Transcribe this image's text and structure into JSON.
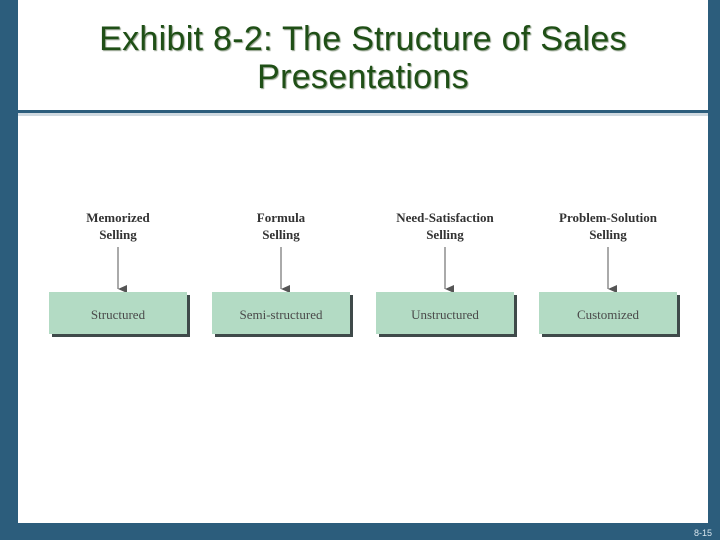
{
  "slide": {
    "title": "Exhibit 8-2: The Structure of Sales Presentations",
    "page_number": "8-15"
  },
  "diagram": {
    "columns": [
      {
        "heading_line1": "Memorized",
        "heading_line2": "Selling",
        "box_label": "Structured"
      },
      {
        "heading_line1": "Formula",
        "heading_line2": "Selling",
        "box_label": "Semi-structured"
      },
      {
        "heading_line1": "Need-Satisfaction",
        "heading_line2": "Selling",
        "box_label": "Unstructured"
      },
      {
        "heading_line1": "Problem-Solution",
        "heading_line2": "Selling",
        "box_label": "Customized"
      }
    ],
    "colors": {
      "box_fill": "#b3dbc4",
      "box_shadow": "#3f4a4a",
      "heading_text": "#333333",
      "box_text": "#4a4a4a",
      "arrow": "#555555"
    }
  }
}
